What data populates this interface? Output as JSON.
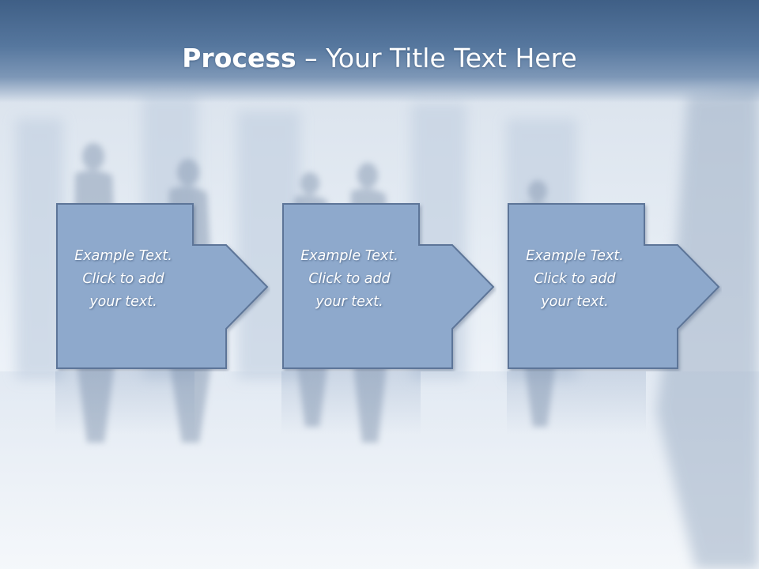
{
  "slide": {
    "title_bold": "Process",
    "title_rest": " – Your Title Text Here"
  },
  "steps": [
    {
      "text": "Example Text.\nClick  to add\nyour text."
    },
    {
      "text": "Example Text.\nClick  to add\nyour text."
    },
    {
      "text": "Example Text.\nClick  to add\nyour text."
    }
  ],
  "colors": {
    "box_fill": "#8ea9cc",
    "box_stroke": "#5d7598",
    "title_bar": "#4a6b93"
  }
}
